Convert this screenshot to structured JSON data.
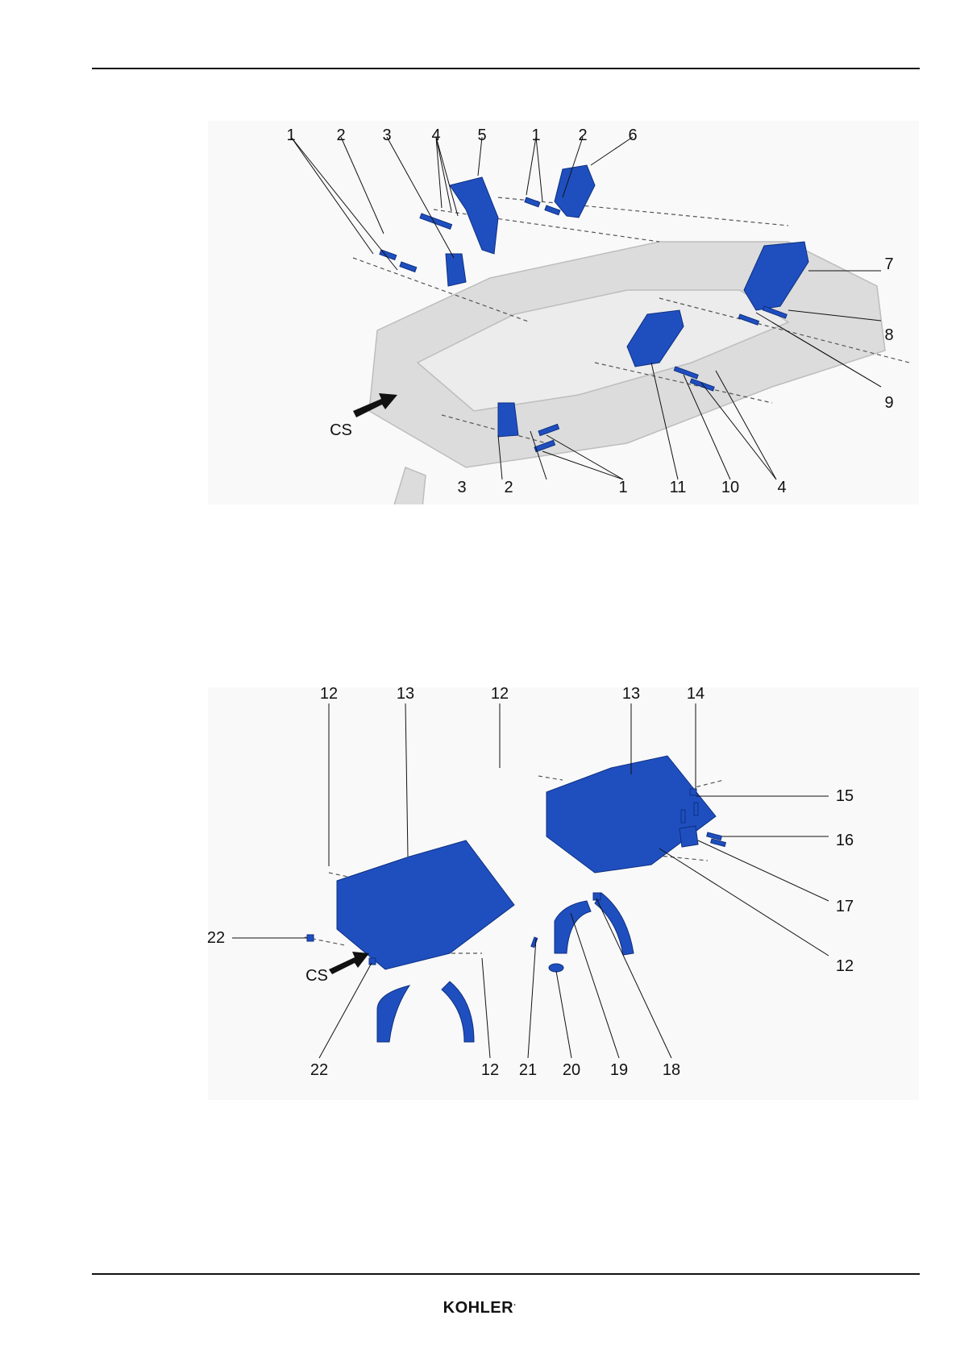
{
  "figure_1": {
    "view_label": "CS",
    "callouts": [
      "1",
      "2",
      "3",
      "4",
      "5",
      "1",
      "2",
      "6",
      "7",
      "8",
      "9",
      "3",
      "2",
      "1",
      "11",
      "10",
      "4"
    ]
  },
  "figure_2": {
    "view_label": "CS",
    "callouts": [
      "12",
      "13",
      "12",
      "13",
      "14",
      "15",
      "16",
      "17",
      "12",
      "22",
      "22",
      "12",
      "21",
      "20",
      "19",
      "18"
    ]
  },
  "footer": {
    "logo": "KOHLER",
    "logo_mark": "."
  },
  "colors": {
    "part_blue": "#1f4fbf",
    "ghost_gray": "#d9d9d9",
    "rule": "#111111"
  }
}
